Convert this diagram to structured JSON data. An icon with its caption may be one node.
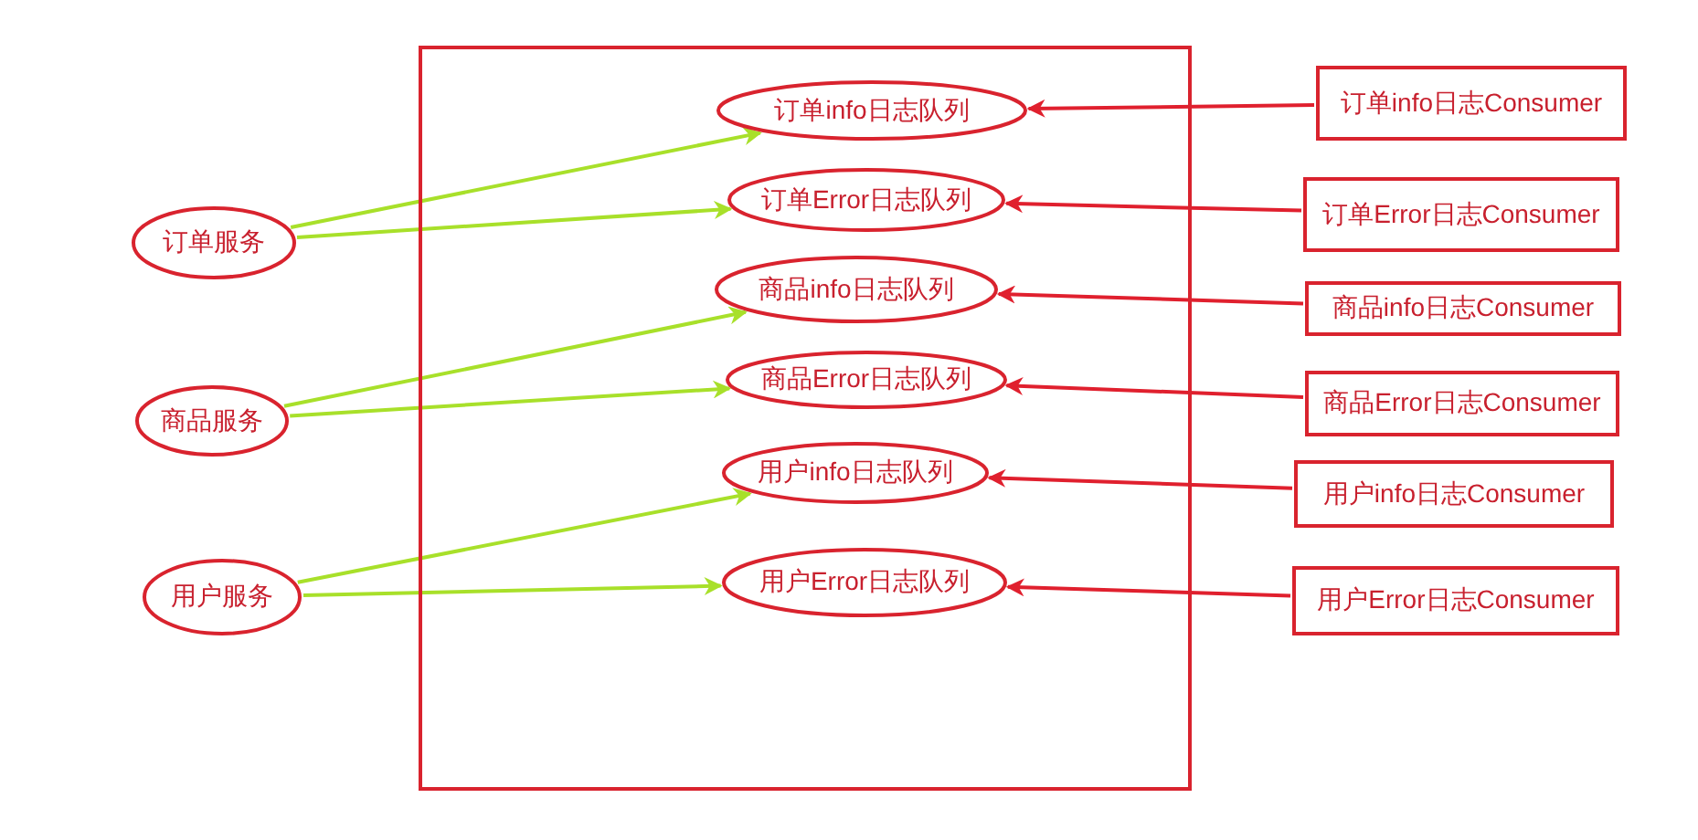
{
  "diagram": {
    "nodes": [
      {
        "text": [],
        "shape": "box"
      },
      {
        "text": [
          "订单info日志队列"
        ],
        "in": 0
      },
      {
        "text": [
          "订单Error日志队列"
        ],
        "in": 0
      },
      {
        "text": [
          "商品info日志队列"
        ],
        "in": 0
      },
      {
        "text": [
          "商品Error日志队列"
        ],
        "in": 0
      },
      {
        "text": [
          "用户info日志队列"
        ],
        "in": 0
      },
      {
        "text": [
          "用户Error日志队列"
        ],
        "in": 0
      },
      {
        "text": [
          "订单服务"
        ]
      },
      {
        "text": [
          "商品服务"
        ]
      },
      {
        "text": [
          "用户服务"
        ]
      },
      {
        "text": [
          "订单info日志Consumer"
        ]
      },
      {
        "text": [
          "订单Error日志Consumer"
        ]
      },
      {
        "text": [
          "商品info日志Consumer"
        ]
      },
      {
        "text": [
          "商品Error日志Consumer"
        ]
      },
      {
        "text": [
          "用户info日志Consumer"
        ]
      },
      {
        "text": [
          "用户Error日志Consumer"
        ]
      }
    ],
    "edges": [
      {
        "from": 7,
        "to": 1,
        "arrow": "to",
        "color": "#a8e02a"
      },
      {
        "from": 7,
        "to": 2,
        "arrow": "to",
        "color": "#a8e02a"
      },
      {
        "from": 8,
        "to": 3,
        "arrow": "to",
        "color": "#a8e02a"
      },
      {
        "from": 8,
        "to": 4,
        "arrow": "to",
        "color": "#a8e02a"
      },
      {
        "from": 9,
        "to": 5,
        "arrow": "to",
        "color": "#a8e02a"
      },
      {
        "from": 9,
        "to": 6,
        "arrow": "to",
        "color": "#a8e02a"
      },
      {
        "from": 10,
        "to": 1,
        "arrow": "to",
        "color": "#e0202e"
      },
      {
        "from": 11,
        "to": 2,
        "arrow": "to",
        "color": "#e0202e"
      },
      {
        "from": 12,
        "to": 3,
        "arrow": "to",
        "color": "#e0202e"
      },
      {
        "from": 13,
        "to": 4,
        "arrow": "to",
        "color": "#e0202e"
      },
      {
        "from": 14,
        "to": 5,
        "arrow": "to",
        "color": "#e0202e"
      },
      {
        "from": 15,
        "to": 6,
        "arrow": "to",
        "color": "#e0202e"
      }
    ]
  }
}
